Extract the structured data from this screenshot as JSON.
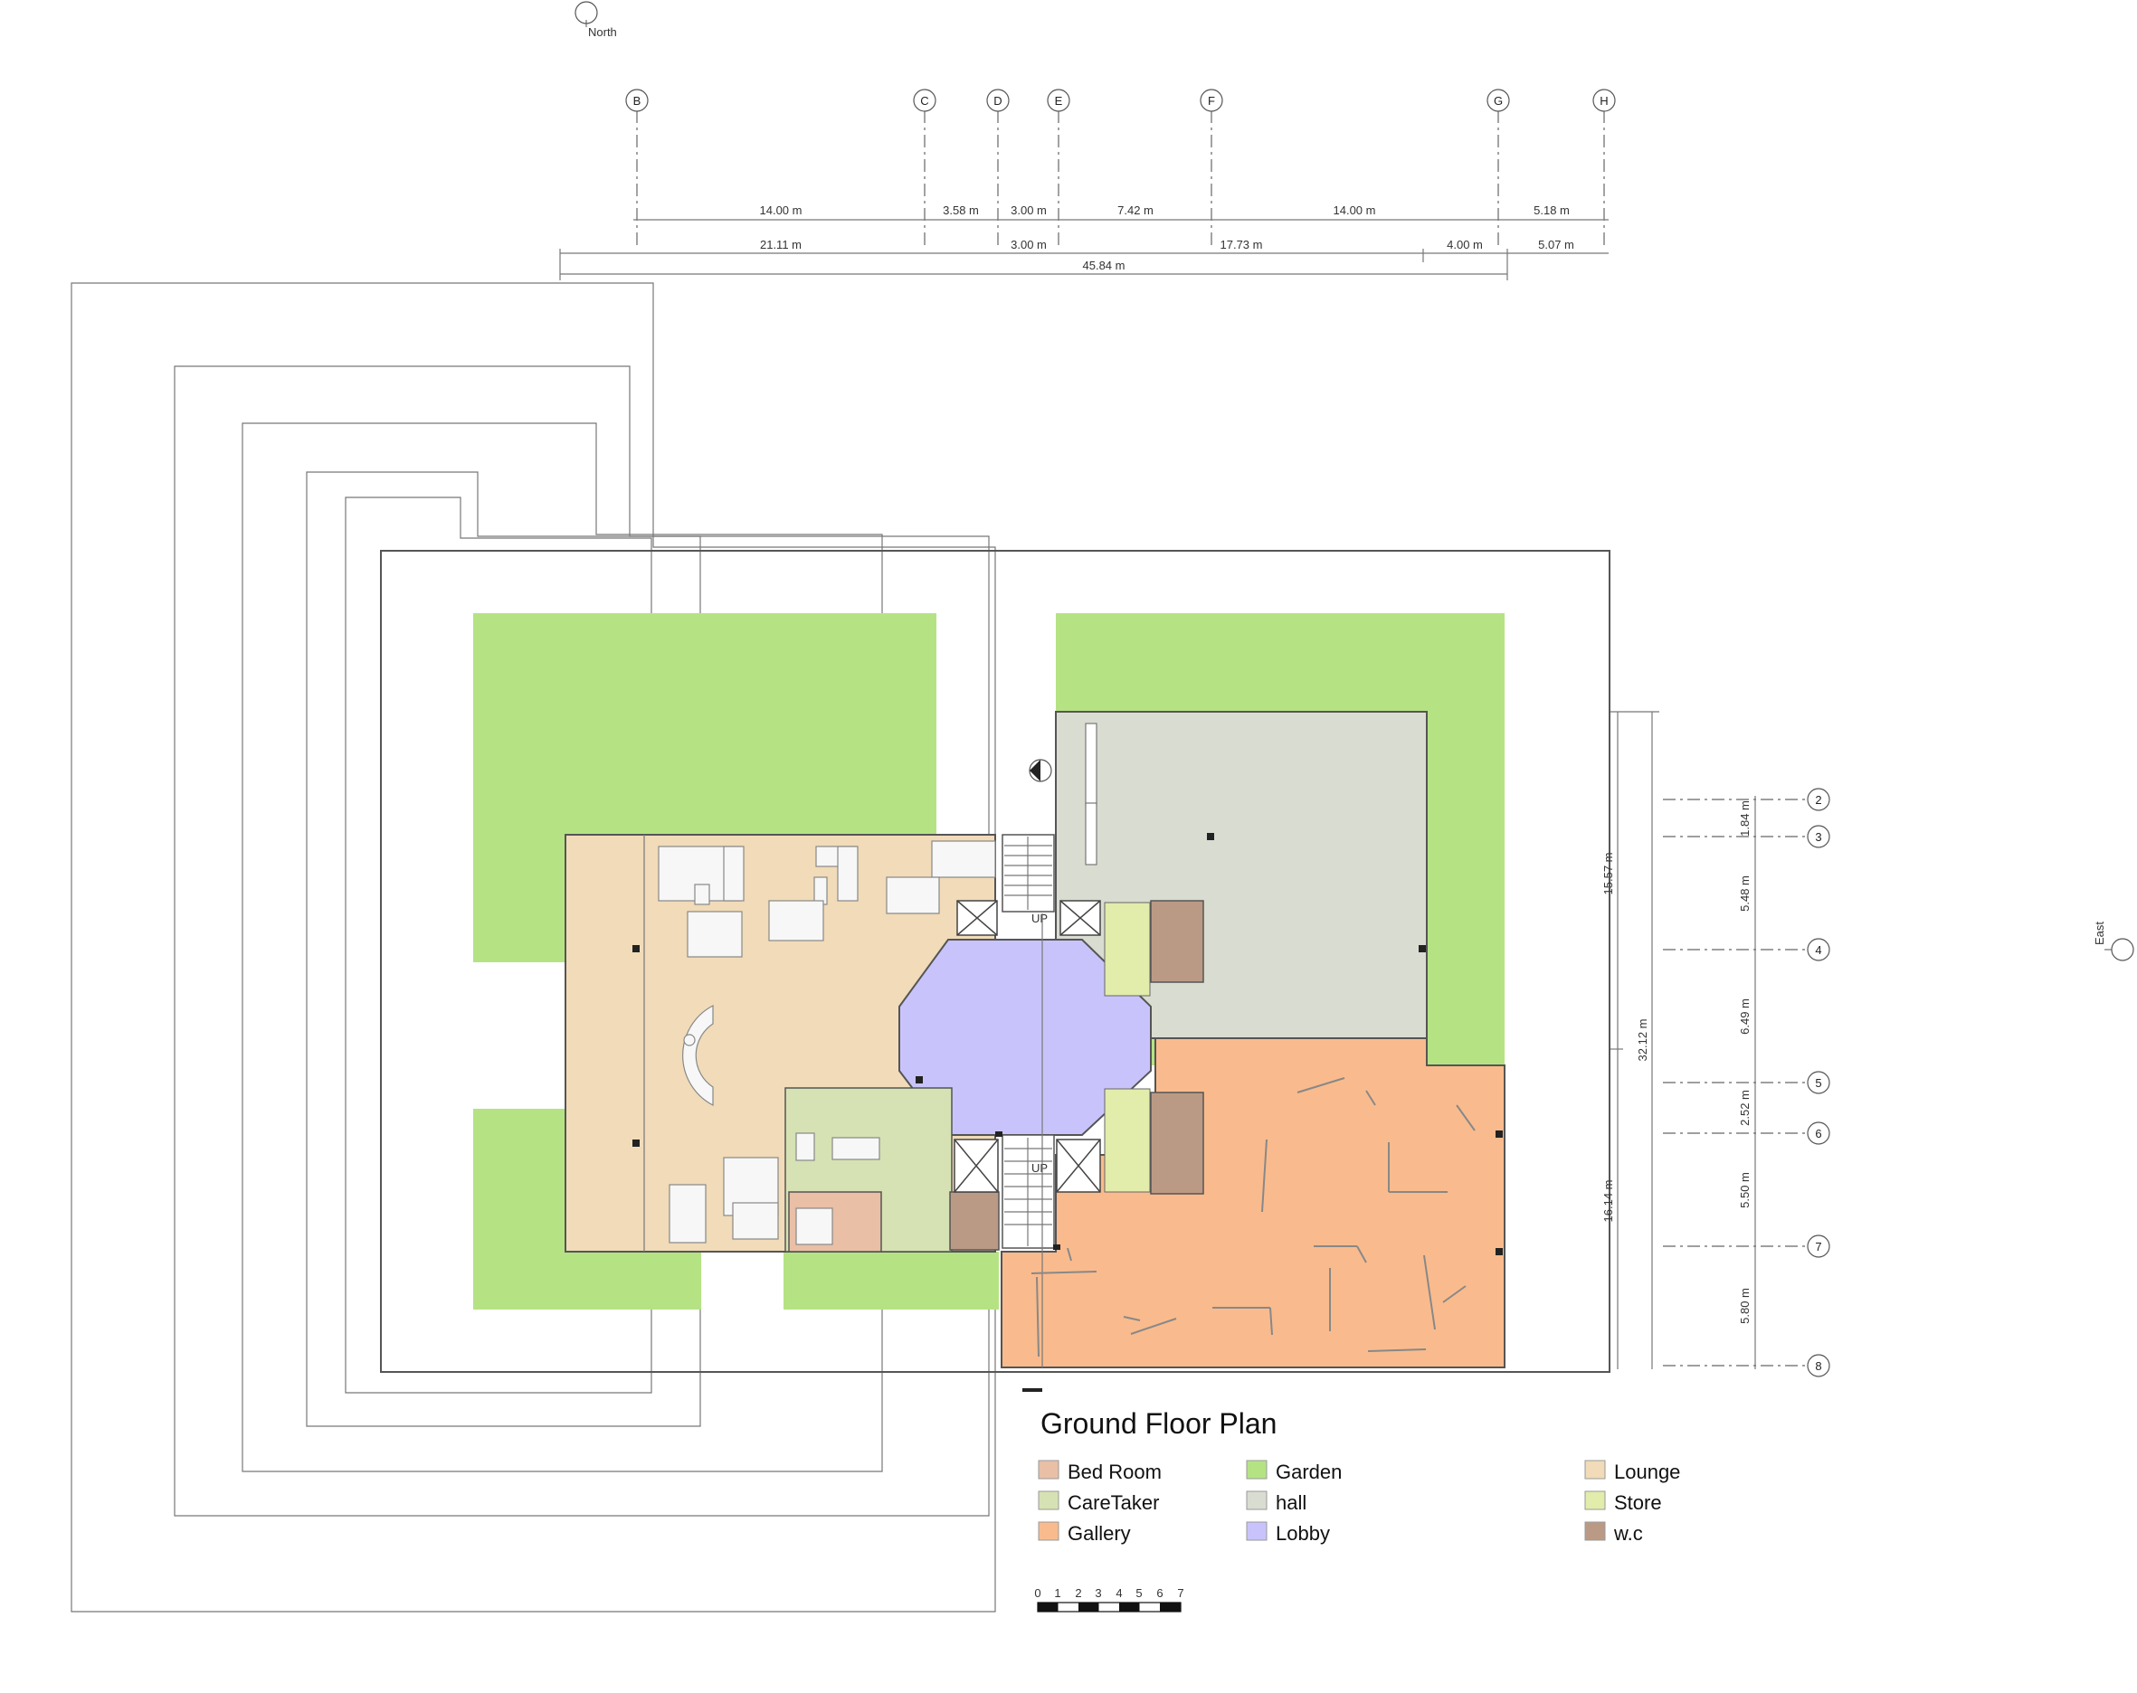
{
  "plan": {
    "title": "Ground Floor Plan",
    "north_label": "North",
    "east_label": "East",
    "stair_up_label": "UP",
    "colors": {
      "bedroom": "#e9bfa6",
      "caretaker": "#d6e2b3",
      "gallery": "#f9bb8d",
      "garden": "#b5e384",
      "hall": "#d9dcd0",
      "lobby": "#c8c4fb",
      "lounge": "#f1dbb8",
      "store": "#e2ecab",
      "wc": "#bb9a85"
    }
  },
  "grid": {
    "columns": [
      "B",
      "C",
      "D",
      "E",
      "F",
      "G",
      "H"
    ],
    "rows": [
      "2",
      "3",
      "4",
      "5",
      "6",
      "7",
      "8"
    ]
  },
  "dims": {
    "top_row1": [
      "14.00 m",
      "3.58 m",
      "3.00 m",
      "7.42 m",
      "14.00 m",
      "5.18 m"
    ],
    "top_row2": [
      "21.11 m",
      "3.00 m",
      "17.73 m",
      "4.00 m",
      "5.07 m"
    ],
    "top_total": "45.84 m",
    "right_rows": [
      "1.84 m",
      "5.48 m",
      "6.49 m",
      "2.52 m",
      "5.50 m",
      "5.80 m"
    ],
    "right_outer": [
      "15.57 m",
      "16.14 m"
    ],
    "right_total": "32.12 m"
  },
  "legend": [
    {
      "label": "Bed Room",
      "color": "#e9bfa6"
    },
    {
      "label": "CareTaker",
      "color": "#d6e2b3"
    },
    {
      "label": "Gallery",
      "color": "#f9bb8d"
    },
    {
      "label": "Garden",
      "color": "#b5e384"
    },
    {
      "label": "hall",
      "color": "#d9dcd0"
    },
    {
      "label": "Lobby",
      "color": "#c8c4fb"
    },
    {
      "label": "Lounge",
      "color": "#f1dbb8"
    },
    {
      "label": "Store",
      "color": "#e2ecab"
    },
    {
      "label": "w.c",
      "color": "#bb9a85"
    }
  ],
  "scale_bar": {
    "ticks": [
      "0",
      "1",
      "2",
      "3",
      "4",
      "5",
      "6",
      "7"
    ]
  }
}
